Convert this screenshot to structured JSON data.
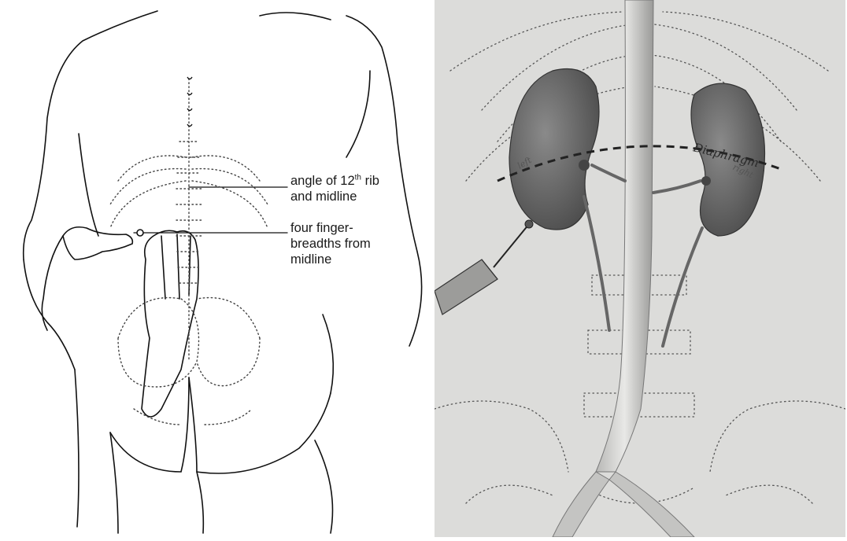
{
  "left_figure": {
    "labels": {
      "angle_line1_pre": "angle of 12",
      "angle_line1_sup": "th",
      "angle_line1_post": " rib",
      "angle_line2": "and midline",
      "fingers_line1": "four finger-",
      "fingers_line2": "breadths from",
      "fingers_line3": "midline"
    }
  },
  "right_figure": {
    "labels": {
      "diaphragm": "Diaphragm",
      "left_side": "left",
      "right_side": "right"
    }
  },
  "colors": {
    "line_art": "#111111",
    "dotted_bone": "#444444",
    "xray_bg": "#dcdcda",
    "kidney": "#6e6e6e"
  }
}
